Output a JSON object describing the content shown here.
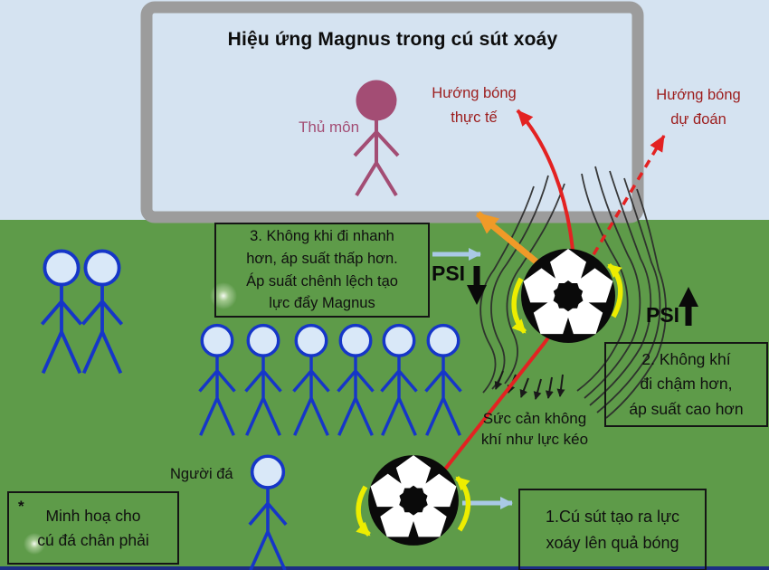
{
  "title": "Hiệu ứng Magnus trong cú sút xoáy",
  "labels": {
    "goalkeeper": "Thủ môn",
    "actual_direction": {
      "line1": "Hướng bóng",
      "line2": "thực tế"
    },
    "predicted_direction": {
      "line1": "Hướng bóng",
      "line2": "dự đoán"
    },
    "psi_low": "PSI",
    "psi_high": "PSI",
    "drag": {
      "line1": "Sức cản không",
      "line2": "khí như lực kéo"
    },
    "kicker": "Người đá"
  },
  "boxes": {
    "step1": {
      "line1": "1.Cú sút tạo ra lực",
      "line2": "xoáy lên quả bóng"
    },
    "step2": {
      "line1": "2. Không khí",
      "line2": "đi chậm hơn,",
      "line3": "áp suất cao hơn"
    },
    "step3": {
      "line1": "3. Không khi đi nhanh",
      "line2": "hơn, áp suất thấp hơn.",
      "line3": "Áp suất chênh lệch tạo",
      "line4": "lực đẩy Magnus"
    },
    "footnote": {
      "asterisk": "*",
      "line1": "Minh hoạ cho",
      "line2": "cú đá chân phải"
    }
  },
  "colors": {
    "field_green": "#5e9b49",
    "sky_blue": "#d5e3f1",
    "goal_gray": "#9c9c9c",
    "arrow_red": "#e32222",
    "direction_text_red": "#9c1c1c",
    "goalkeeper_maroon": "#a34d74",
    "player_blue": "#1636c8",
    "spin_yellow": "#eded00",
    "magnus_orange": "#f09a28",
    "flow_light_blue": "#a9c9e6",
    "bottom_strip_navy": "#1d2e83"
  }
}
